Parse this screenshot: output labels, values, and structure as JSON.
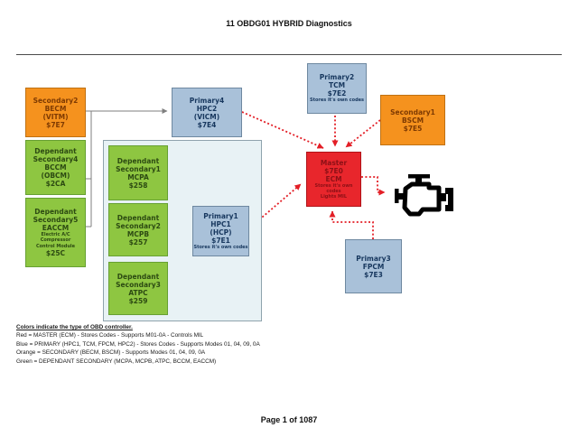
{
  "page": {
    "title": "11 OBDG01 HYBRID Diagnostics",
    "footer": "Page 1 of 1087"
  },
  "colors": {
    "master_red": "#E8262C",
    "primary_blue": "#A9C1D9",
    "secondary_orange": "#F5921E",
    "dependant_green": "#8EC641",
    "container_bg": "#E8F2F5",
    "arrow_red": "#E31E26",
    "line_gray": "#7F7F7F"
  },
  "nodes": {
    "becm": {
      "l1": "Secondary2",
      "l2": "BECM",
      "l3": "(VITM)",
      "l4": "$7E7"
    },
    "bccm": {
      "l1": "Dependant",
      "l2": "Secondary4",
      "l3": "BCCM",
      "l4": "(OBCM)",
      "l5": "$2CA"
    },
    "eaccm": {
      "l1": "Dependant",
      "l2": "Secondary5",
      "l3": "EACCM",
      "s1": "Electric A/C",
      "s2": "Compressor",
      "s3": "Control Module",
      "l4": "$25C"
    },
    "hpc2": {
      "l1": "Primary4",
      "l2": "HPC2",
      "l3": "(VICM)",
      "l4": "$7E4"
    },
    "tcm": {
      "l1": "Primary2",
      "l2": "TCM",
      "l3": "$7E2",
      "s1": "Stores it's own codes"
    },
    "bscm": {
      "l1": "Secondary1",
      "l2": "BSCM",
      "l3": "$7E5"
    },
    "mcpa": {
      "l1": "Dependant",
      "l2": "Secondary1",
      "l3": "MCPA",
      "l4": "$258"
    },
    "mcpb": {
      "l1": "Dependant",
      "l2": "Secondary2",
      "l3": "MCPB",
      "l4": "$257"
    },
    "atpc": {
      "l1": "Dependant",
      "l2": "Secondary3",
      "l3": "ATPC",
      "l4": "$259"
    },
    "hpc1": {
      "l1": "Primary1",
      "l2": "HPC1",
      "l3": "(HCP)",
      "l4": "$7E1",
      "s1": "Stores it's own codes"
    },
    "master": {
      "l1": "Master",
      "l2": "$7E0",
      "l3": "ECM",
      "s1": "Stores it's own codes",
      "s2": "Lights MIL"
    },
    "fpcm": {
      "l1": "Primary3",
      "l2": "FPCM",
      "l3": "$7E3"
    }
  },
  "legend": {
    "heading": "Colors indicate the type of OBD controller.",
    "line1": "Red = MASTER (ECM) - Stores Codes - Supports M01-0A - Controls MIL",
    "line2": "Blue = PRIMARY (HPC1, TCM, FPCM, HPC2) - Stores Codes - Supports Modes 01, 04, 09, 0A",
    "line3": "Orange = SECONDARY (BECM, BSCM) - Supports Modes 01, 04, 09, 0A",
    "line4": "Green = DEPENDANT SECONDARY (MCPA, MCPB, ATPC, BCCM, EACCM)"
  }
}
